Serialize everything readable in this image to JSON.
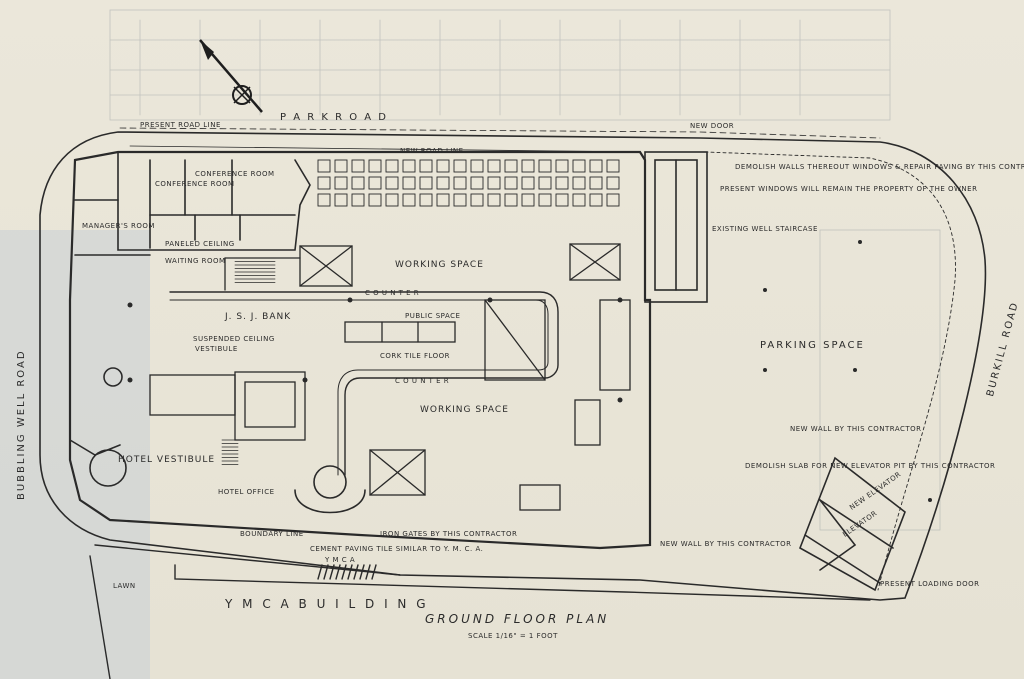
{
  "title": "GROUND FLOOR PLAN",
  "scale": "SCALE 1/16\" = 1 FOOT",
  "roads": {
    "park_road": "P A R K   R O A D",
    "bubbling_well_road": "BUBBLING WELL ROAD",
    "burkill_road": "BURKILL ROAD",
    "present_road_line": "PRESENT ROAD LINE",
    "new_road_line": "NEW ROAD LINE"
  },
  "spaces": {
    "bank": "J. S. J. BANK",
    "bank_vestibule": "VESTIBULE",
    "hotel_vestibule": "HOTEL VESTIBULE",
    "hotel_office": "HOTEL OFFICE",
    "working_space_top": "WORKING SPACE",
    "working_space_bottom": "WORKING SPACE",
    "public_space": "PUBLIC SPACE",
    "counter_top": "C O U N T E R",
    "counter_bottom": "C O U N T E R",
    "parking_space": "PARKING SPACE",
    "waiting_room": "WAITING ROOM",
    "managers_room": "MANAGER'S ROOM",
    "conference_room_1": "CONFERENCE ROOM",
    "conference_room_2": "CONFERENCE ROOM",
    "ymca_building": "Y M C A   B U I L D I N G",
    "ymca": "Y M C A",
    "lawn": "LAWN",
    "elevator": "ELEVATOR",
    "new_elevator": "NEW ELEVATOR",
    "existing_staircase": "EXISTING WELL STAIRCASE",
    "new_door": "NEW DOOR"
  },
  "notes": {
    "paneled_ceiling": "PANELED CEILING",
    "suspended_ceiling": "SUSPENDED CEILING",
    "cork_tile_floor": "CORK TILE FLOOR",
    "demolish_walls": "DEMOLISH WALLS THEREOUT WINDOWS & REPAIR PAVING BY THIS CONTRACTOR",
    "present_windows": "PRESENT WINDOWS WILL REMAIN THE PROPERTY OF THE OWNER",
    "new_wall": "NEW WALL BY THIS CONTRACTOR",
    "demolish_slab": "DEMOLISH SLAB FOR NEW ELEVATOR PIT BY THIS CONTRACTOR",
    "cement_paving": "CEMENT PAVING TILE SIMILAR TO Y. M. C. A.",
    "iron_gates": "IRON GATES BY THIS CONTRACTOR",
    "boundary_line": "BOUNDARY LINE",
    "present_loading_door": "PRESENT LOADING DOOR"
  },
  "north_arrow": "north-arrow-icon"
}
